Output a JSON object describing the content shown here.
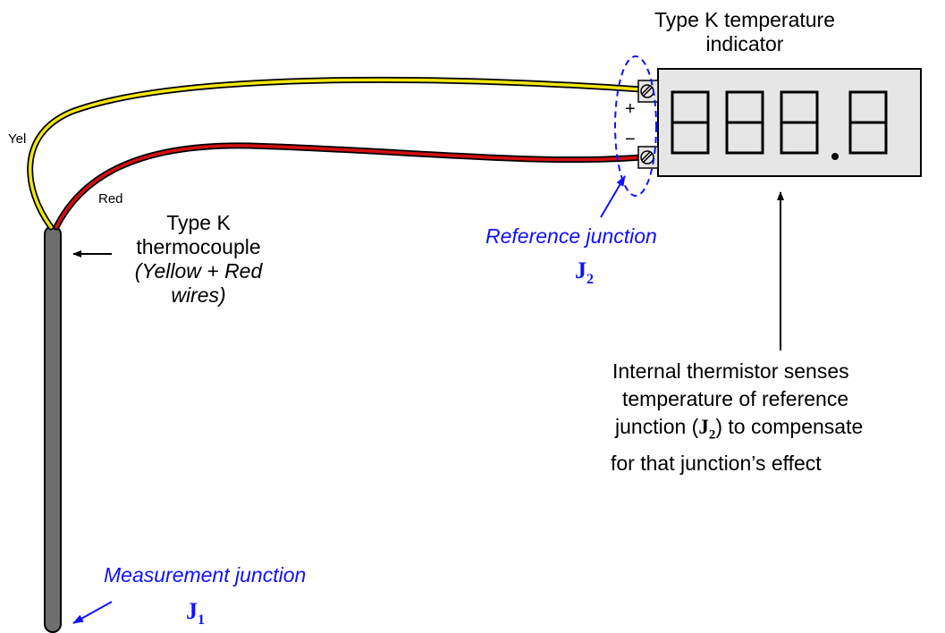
{
  "indicator": {
    "title_line1": "Type K temperature",
    "title_line2": "indicator",
    "display_digits": [
      "8",
      "8",
      "8",
      "8"
    ]
  },
  "terminals": {
    "plus": "+",
    "minus": "−"
  },
  "wires": {
    "yellow_label": "Yel",
    "red_label": "Red",
    "colors": {
      "yellow": "#f2e60c",
      "red": "#d21010"
    }
  },
  "thermocouple": {
    "line1": "Type K",
    "line2": "thermocouple",
    "line3": "(Yellow + Red",
    "line4": "wires)"
  },
  "reference_junction": {
    "label": "Reference junction",
    "symbol": "J",
    "subscript": "2"
  },
  "measurement_junction": {
    "label": "Measurement junction",
    "symbol": "J",
    "subscript": "1"
  },
  "thermistor_note": {
    "line1": "Internal thermistor senses",
    "line2": "temperature of reference",
    "line3_pre": "junction (",
    "line3_symbol": "J",
    "line3_sub": "2",
    "line3_post": ") to compensate",
    "line4": "for that junction’s effect"
  },
  "colors": {
    "annotation_blue": "#1010ff",
    "probe_gray": "#6e6e6e",
    "indicator_face": "#e6e6e6"
  }
}
